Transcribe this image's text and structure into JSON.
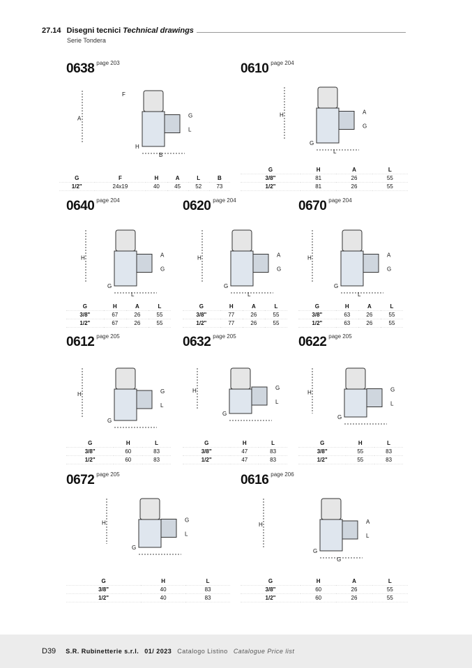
{
  "header": {
    "section": "27.14",
    "title": "Disegni tecnici",
    "title_en": "Technical drawings",
    "subtitle": "Serie Tondera"
  },
  "products": [
    {
      "code": "0638",
      "page": "page 203",
      "dims": [
        "A",
        "H",
        "G",
        "L",
        "B",
        "F"
      ],
      "cols": [
        "G",
        "F",
        "H",
        "A",
        "L",
        "B"
      ],
      "rows": [
        [
          "1/2\"",
          "24x19",
          "40",
          "45",
          "52",
          "73"
        ]
      ]
    },
    {
      "code": "0610",
      "page": "page 204",
      "dims": [
        "H",
        "G",
        "A",
        "G",
        "L"
      ],
      "cols": [
        "G",
        "H",
        "A",
        "L"
      ],
      "rows": [
        [
          "3/8\"",
          "81",
          "26",
          "55"
        ],
        [
          "1/2\"",
          "81",
          "26",
          "55"
        ]
      ]
    },
    {
      "code": "0640",
      "page": "page 204",
      "dims": [
        "H",
        "G",
        "A",
        "G",
        "L"
      ],
      "cols": [
        "G",
        "H",
        "A",
        "L"
      ],
      "rows": [
        [
          "3/8\"",
          "67",
          "26",
          "55"
        ],
        [
          "1/2\"",
          "67",
          "26",
          "55"
        ]
      ]
    },
    {
      "code": "0620",
      "page": "page 204",
      "dims": [
        "H",
        "G",
        "A",
        "G",
        "L"
      ],
      "cols": [
        "G",
        "H",
        "A",
        "L"
      ],
      "rows": [
        [
          "3/8\"",
          "77",
          "26",
          "55"
        ],
        [
          "1/2\"",
          "77",
          "26",
          "55"
        ]
      ]
    },
    {
      "code": "0670",
      "page": "page 204",
      "dims": [
        "H",
        "G",
        "A",
        "G",
        "L"
      ],
      "cols": [
        "G",
        "H",
        "A",
        "L"
      ],
      "rows": [
        [
          "3/8\"",
          "63",
          "26",
          "55"
        ],
        [
          "1/2\"",
          "63",
          "26",
          "55"
        ]
      ]
    },
    {
      "code": "0612",
      "page": "page 205",
      "dims": [
        "H",
        "G",
        "G",
        "L"
      ],
      "cols": [
        "G",
        "H",
        "L"
      ],
      "rows": [
        [
          "3/8\"",
          "60",
          "83"
        ],
        [
          "1/2\"",
          "60",
          "83"
        ]
      ]
    },
    {
      "code": "0632",
      "page": "page 205",
      "dims": [
        "H",
        "G",
        "G",
        "L"
      ],
      "cols": [
        "G",
        "H",
        "L"
      ],
      "rows": [
        [
          "3/8\"",
          "47",
          "83"
        ],
        [
          "1/2\"",
          "47",
          "83"
        ]
      ]
    },
    {
      "code": "0622",
      "page": "page 205",
      "dims": [
        "H",
        "G",
        "G",
        "L"
      ],
      "cols": [
        "G",
        "H",
        "L"
      ],
      "rows": [
        [
          "3/8\"",
          "55",
          "83"
        ],
        [
          "1/2\"",
          "55",
          "83"
        ]
      ]
    },
    {
      "code": "0672",
      "page": "page 205",
      "dims": [
        "H",
        "G",
        "G",
        "L"
      ],
      "cols": [
        "G",
        "H",
        "L"
      ],
      "rows": [
        [
          "3/8\"",
          "40",
          "83"
        ],
        [
          "1/2\"",
          "40",
          "83"
        ]
      ]
    },
    {
      "code": "0616",
      "page": "page 206",
      "dims": [
        "H",
        "G",
        "A",
        "L",
        "G"
      ],
      "cols": [
        "G",
        "H",
        "A",
        "L"
      ],
      "rows": [
        [
          "3/8\"",
          "60",
          "26",
          "55"
        ],
        [
          "1/2\"",
          "60",
          "26",
          "55"
        ]
      ]
    }
  ],
  "footer": {
    "page": "D39",
    "company": "S.R. Rubinetterie s.r.l.",
    "date": "01/ 2023",
    "catalog": "Catalogo Listino",
    "catalog_en": "Catalogue Price list"
  }
}
